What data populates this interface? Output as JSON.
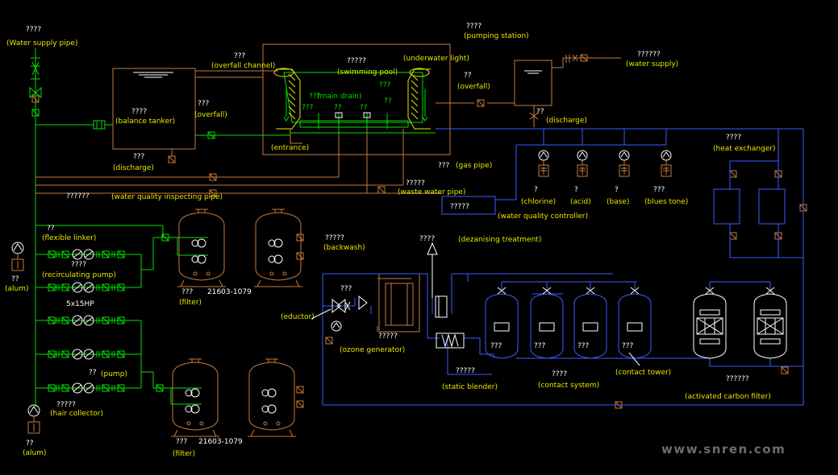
{
  "labels": {
    "water_supply_pipe_cn": "????",
    "water_supply_pipe": "(Water supply pipe)",
    "pumping_station_cn": "????",
    "pumping_station": "(pumping station)",
    "overfall_channel_cn": "???",
    "overfall_channel": "(overfall channel)",
    "swimming_pool_cn": "?????",
    "swimming_pool": "(swimming pool)",
    "underwater_light": "(underwater light)",
    "underwater_light_cn": "???",
    "water_supply_cn": "??????",
    "water_supply": "(water supply)",
    "overfall_right_cn": "??",
    "overfall_right": "(overfall)",
    "balance_tank_cn": "????",
    "balance_tank": "(balance tanker)",
    "overfall_left_cn": "???",
    "overfall_left": "(overfall)",
    "main_drain_cn": "???",
    "main_drain": "(main drain)",
    "pool_marks": [
      "???",
      "??",
      "??",
      "??"
    ],
    "discharge_right_cn": "??",
    "discharge_right": "(discharge)",
    "entrance": "(entrance)",
    "heat_exchanger_cn": "????",
    "heat_exchanger": "(heat exchanger)",
    "discharge_left_cn": "???",
    "discharge_left": "(discharge)",
    "gas_pipe_cn": "???",
    "gas_pipe": "(gas pipe)",
    "waste_water_pipe_cn": "?????",
    "waste_water_pipe": "(waste water pipe)",
    "wq_inspecting_pipe_cn": "??????",
    "wq_inspecting_pipe": "(water quality inspecting pipe)",
    "wq_controller_cn": "?????",
    "wq_controller": "(water quality controller)",
    "chlorine_cn": "?",
    "chlorine": "(chlorine)",
    "acid_cn": "?",
    "acid": "(acid)",
    "base_cn": "?",
    "base": "(base)",
    "blues_tone_cn": "???",
    "blues_tone": "(blues tone)",
    "flexible_linker_cn": "??",
    "flexible_linker": "(flexible linker)",
    "recirculating_pump_cn": "????",
    "recirculating_pump": "(recirculating pump)",
    "pump_spec": "5x15HP",
    "alum_top_cn": "??",
    "alum_top": "(alum)",
    "alum_bottom_cn": "??",
    "alum_bottom": "(alum)",
    "pump_cn": "??",
    "pump": "(pump)",
    "hair_collector_cn": "?????",
    "hair_collector": "(hair collector)",
    "filter_top_cn": "???",
    "filter_top_model": "21603-1079",
    "filter_top": "(filter)",
    "filter_bottom_cn": "???",
    "filter_bottom_model": "21603-1079",
    "filter_bottom": "(filter)",
    "backwash_cn": "?????",
    "backwash": "(backwash)",
    "dezonising_cn": "????",
    "dezonising": "(dezanising treatment)",
    "eductor_cn": "???",
    "eductor": "(eductor)",
    "ozone_generator_cn": "?????",
    "ozone_generator": "(ozone generator)",
    "static_blender_cn": "?????",
    "static_blender": "(static blender)",
    "tank_marks": [
      "???",
      "???",
      "???",
      "???"
    ],
    "contact_system_cn": "????",
    "contact_system": "(contact system)",
    "contact_tower": "(contact tower)",
    "carbon_filter_cn": "??????",
    "carbon_filter": "(activated carbon filter)",
    "watermark": "www.snren.com"
  },
  "colors": {
    "background": "#000000",
    "green_pipe": "#00e000",
    "brown_equipment": "#c87a3a",
    "blue_pipe": "#3c5cff",
    "white_text": "#ffffff",
    "yellow_text": "#e8e800"
  }
}
